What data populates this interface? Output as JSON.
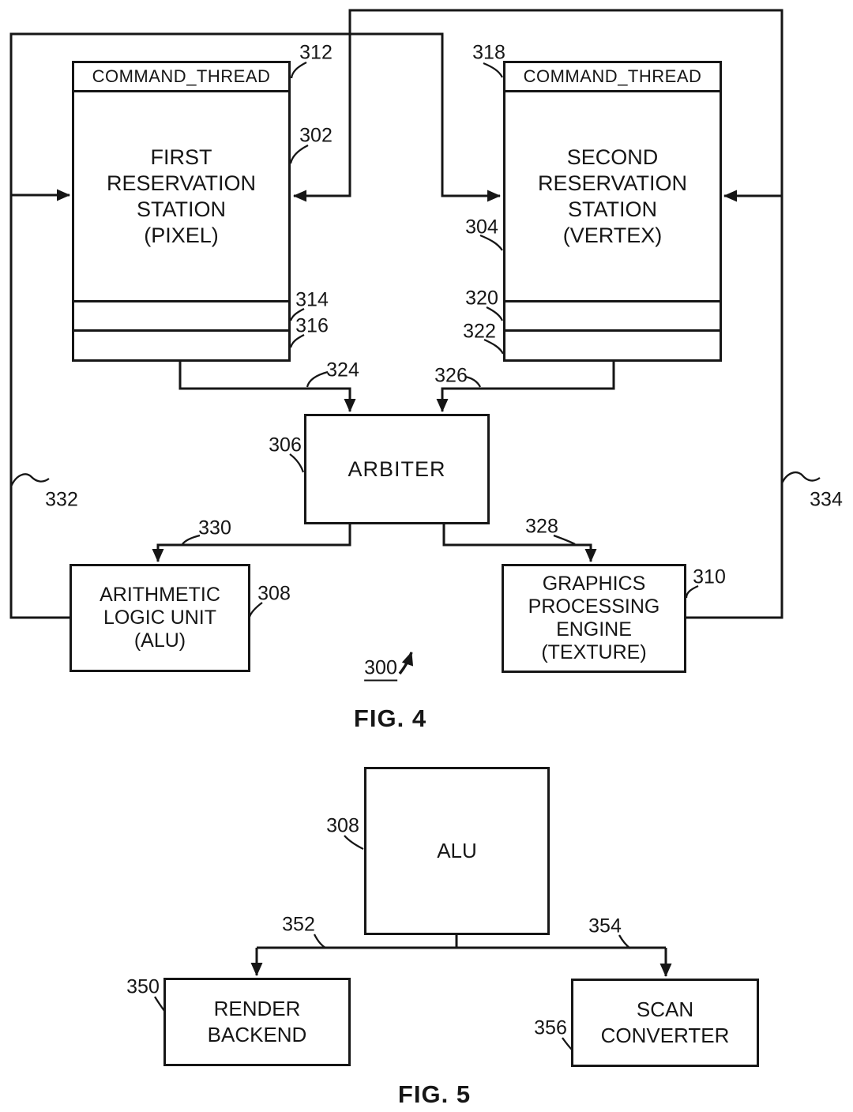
{
  "figure_type": "patent-block-diagram",
  "fig4": {
    "caption": "FIG. 4",
    "diagram_ref": "300",
    "left_station": {
      "header": "COMMAND_THREAD",
      "lines": [
        "FIRST",
        "RESERVATION",
        "STATION",
        "(PIXEL)"
      ]
    },
    "right_station": {
      "header": "COMMAND_THREAD",
      "lines": [
        "SECOND",
        "RESERVATION",
        "STATION",
        "(VERTEX)"
      ]
    },
    "arbiter_label": "ARBITER",
    "alu": {
      "lines": [
        "ARITHMETIC",
        "LOGIC UNIT",
        "(ALU)"
      ]
    },
    "gpe": {
      "lines": [
        "GRAPHICS",
        "PROCESSING",
        "ENGINE",
        "(TEXTURE)"
      ]
    },
    "refs": {
      "r302": "302",
      "r304": "304",
      "r306": "306",
      "r308": "308",
      "r310": "310",
      "r312": "312",
      "r314": "314",
      "r316": "316",
      "r318": "318",
      "r320": "320",
      "r322": "322",
      "r324": "324",
      "r326": "326",
      "r328": "328",
      "r330": "330",
      "r332": "332",
      "r334": "334"
    }
  },
  "fig5": {
    "caption": "FIG. 5",
    "alu_label": "ALU",
    "render_backend": {
      "lines": [
        "RENDER",
        "BACKEND"
      ]
    },
    "scan_converter": {
      "lines": [
        "SCAN",
        "CONVERTER"
      ]
    },
    "refs": {
      "r308": "308",
      "r350": "350",
      "r352": "352",
      "r354": "354",
      "r356": "356"
    }
  },
  "colors": {
    "ink": "#161616",
    "paper": "#ffffff"
  }
}
